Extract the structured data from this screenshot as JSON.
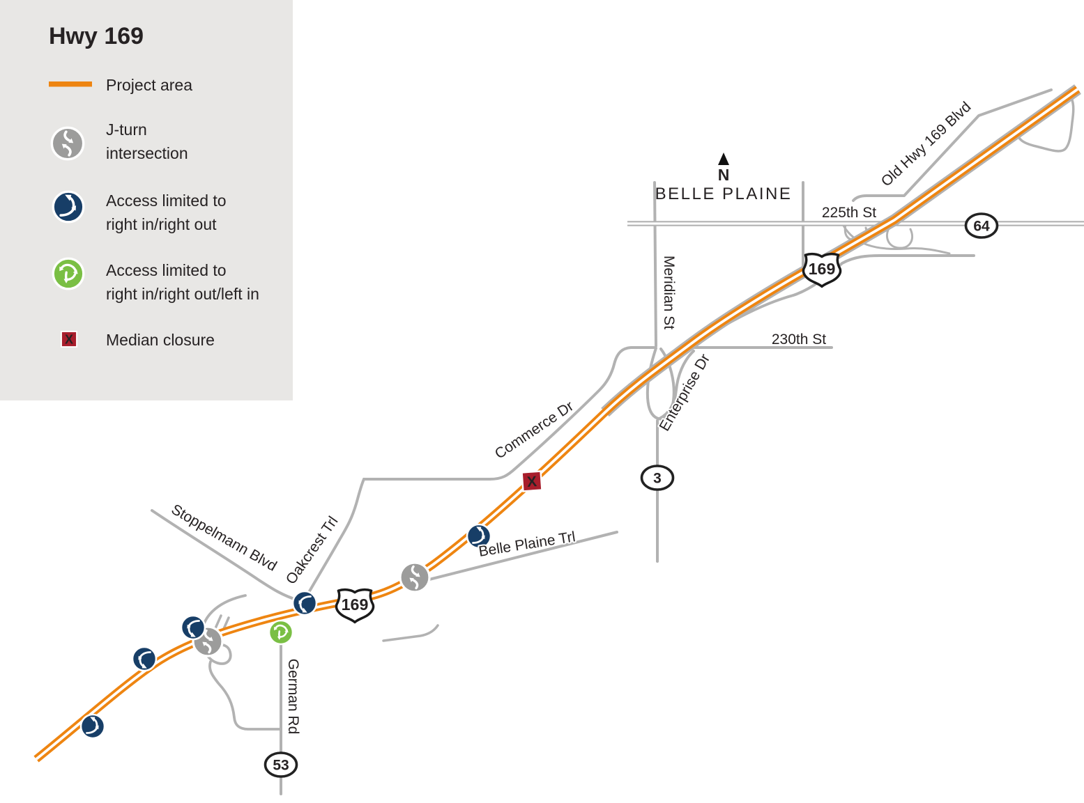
{
  "legend": {
    "title": "Hwy 169",
    "project_area_label": "Project area",
    "jturn_line1": "J-turn",
    "jturn_line2": "intersection",
    "rirro_line1": "Access limited to",
    "rirro_line2": "right in/right out",
    "rirroli_line1": "Access limited to",
    "rirroli_line2": "right in/right out/left in",
    "median_label": "Median closure"
  },
  "map": {
    "city": "BELLE PLAINE",
    "north_letter": "N",
    "labels": {
      "st225": "225th St",
      "old_hwy": "Old Hwy 169 Blvd",
      "meridian": "Meridian St",
      "st230": "230th St",
      "enterprise": "Enterprise Dr",
      "commerce": "Commerce Dr",
      "belle_plaine_trl": "Belle Plaine Trl",
      "oakcrest": "Oakcrest Trl",
      "stoppelmann": "Stoppelmann Blvd",
      "german": "German Rd"
    },
    "shields": {
      "us169": "169",
      "cr64": "64",
      "cr3": "3",
      "cr53": "53"
    },
    "median_x": "X"
  },
  "colors": {
    "project_orange": "#ee8511",
    "access_blue": "#173e67",
    "access_green": "#7abf44",
    "jturn_gray": "#9c9c9b",
    "median_red": "#a81e2c",
    "road_gray": "#b2b2b2",
    "legend_bg": "#e8e7e5"
  },
  "icons": {
    "jturn": "j-turn-intersection-icon",
    "right_in_out": "right-in-right-out-icon",
    "right_in_out_left_in": "right-in-right-out-left-in-icon",
    "median_closure": "median-closure-icon",
    "north_arrow": "north-arrow-icon"
  }
}
